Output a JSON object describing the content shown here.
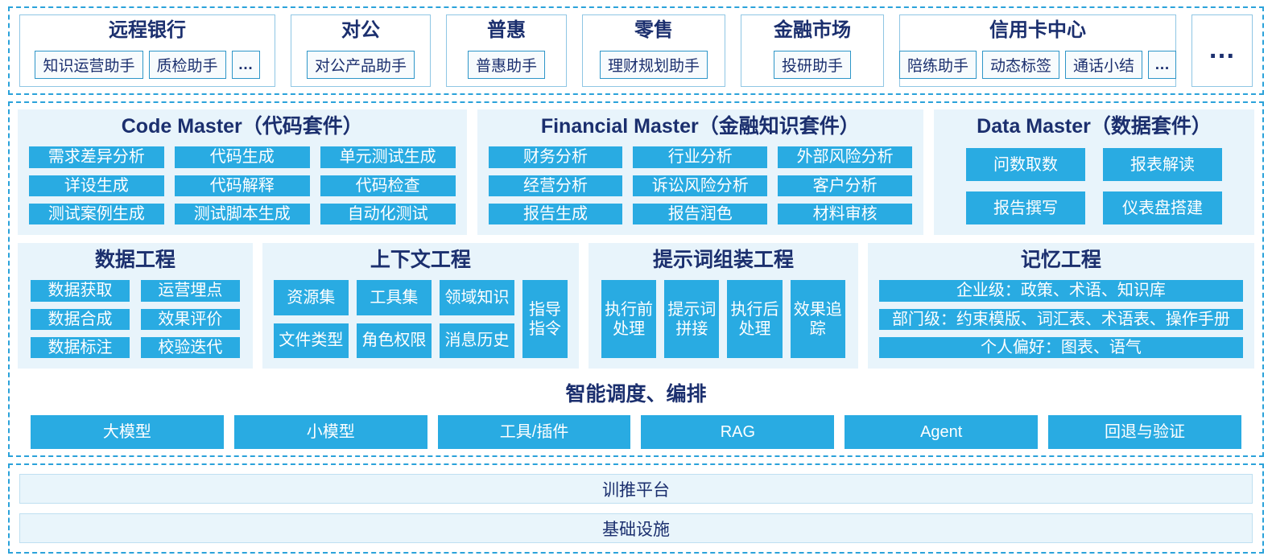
{
  "colors": {
    "accent_blue": "#29ABE2",
    "panel_bg": "#E8F4FB",
    "navy_text": "#1B2F6E",
    "dashed_border": "#2BA2DA",
    "chip_border": "#2E96C8",
    "group_border": "#8FC6E4",
    "bar_bg": "#E9F5FB"
  },
  "top_groups": [
    {
      "title": "远程银行",
      "items": [
        "知识运营助手",
        "质检助手",
        "…"
      ]
    },
    {
      "title": "对公",
      "items": [
        "对公产品助手"
      ]
    },
    {
      "title": "普惠",
      "items": [
        "普惠助手"
      ]
    },
    {
      "title": "零售",
      "items": [
        "理财规划助手"
      ]
    },
    {
      "title": "金融市场",
      "items": [
        "投研助手"
      ]
    },
    {
      "title": "信用卡中心",
      "items": [
        "陪练助手",
        "动态标签",
        "通话小结",
        "…"
      ]
    }
  ],
  "top_more": "…",
  "suites": [
    {
      "title": "Code Master（代码套件）",
      "items": [
        "需求差异分析",
        "代码生成",
        "单元测试生成",
        "详设生成",
        "代码解释",
        "代码检查",
        "测试案例生成",
        "测试脚本生成",
        "自动化测试"
      ]
    },
    {
      "title": "Financial Master（金融知识套件）",
      "items": [
        "财务分析",
        "行业分析",
        "外部风险分析",
        "经营分析",
        "诉讼风险分析",
        "客户分析",
        "报告生成",
        "报告润色",
        "材料审核"
      ]
    },
    {
      "title": "Data Master（数据套件）",
      "items": [
        "问数取数",
        "报表解读",
        "报告撰写",
        "仪表盘搭建"
      ]
    }
  ],
  "engineering": {
    "data": {
      "title": "数据工程",
      "items": [
        "数据获取",
        "运营埋点",
        "数据合成",
        "效果评价",
        "数据标注",
        "校验迭代"
      ]
    },
    "context": {
      "title": "上下文工程",
      "items": [
        "资源集",
        "工具集",
        "领域知识",
        "文件类型",
        "角色权限",
        "消息历史"
      ],
      "tall_item": "指导指令"
    },
    "prompt": {
      "title": "提示词组装工程",
      "items": [
        "执行前处理",
        "提示词拼接",
        "执行后处理",
        "效果追踪"
      ]
    },
    "memory": {
      "title": "记忆工程",
      "rows": [
        "企业级：政策、术语、知识库",
        "部门级：约束模版、词汇表、术语表、操作手册",
        "个人偏好：图表、语气"
      ]
    }
  },
  "orchestration": {
    "title": "智能调度、编排",
    "items": [
      "大模型",
      "小模型",
      "工具/插件",
      "RAG",
      "Agent",
      "回退与验证"
    ]
  },
  "bottom_bars": [
    "训推平台",
    "基础设施"
  ]
}
